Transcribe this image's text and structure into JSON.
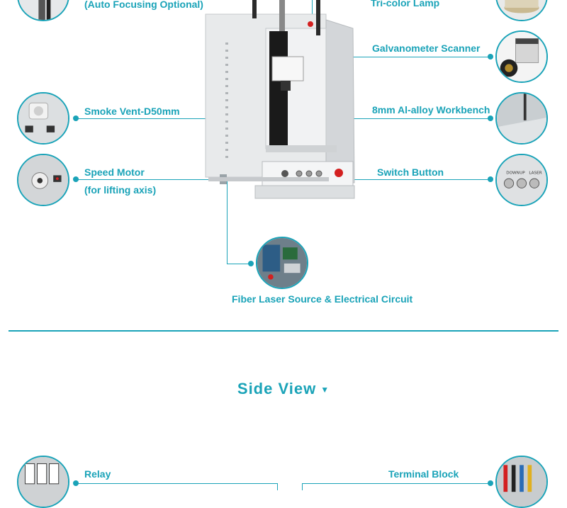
{
  "labels": {
    "auto_focusing": "(Auto Focusing Optional)",
    "tri_color_lamp": "Tri-color Lamp",
    "galvanometer": "Galvanometer Scanner",
    "smoke_vent": "Smoke Vent-D50mm",
    "workbench": "8mm Al-alloy Workbench",
    "speed_motor": "Speed Motor",
    "speed_motor_sub": "(for lifting axis)",
    "switch_button": "Switch Button",
    "fiber_laser": "Fiber Laser Source & Electrical Circuit",
    "relay": "Relay",
    "terminal_block": "Terminal Block"
  },
  "panel_labels": {
    "down": "DOWN",
    "up": "UP",
    "laser": "LASER"
  },
  "section": {
    "title": "Side View",
    "arrow": "▼"
  },
  "colors": {
    "accent": "#1aa3b8",
    "machine_body": "#d9dcde",
    "machine_dark": "#1a1a1a",
    "estop": "#d32020"
  },
  "icons": {
    "section_arrow": "triangle-down-icon"
  }
}
